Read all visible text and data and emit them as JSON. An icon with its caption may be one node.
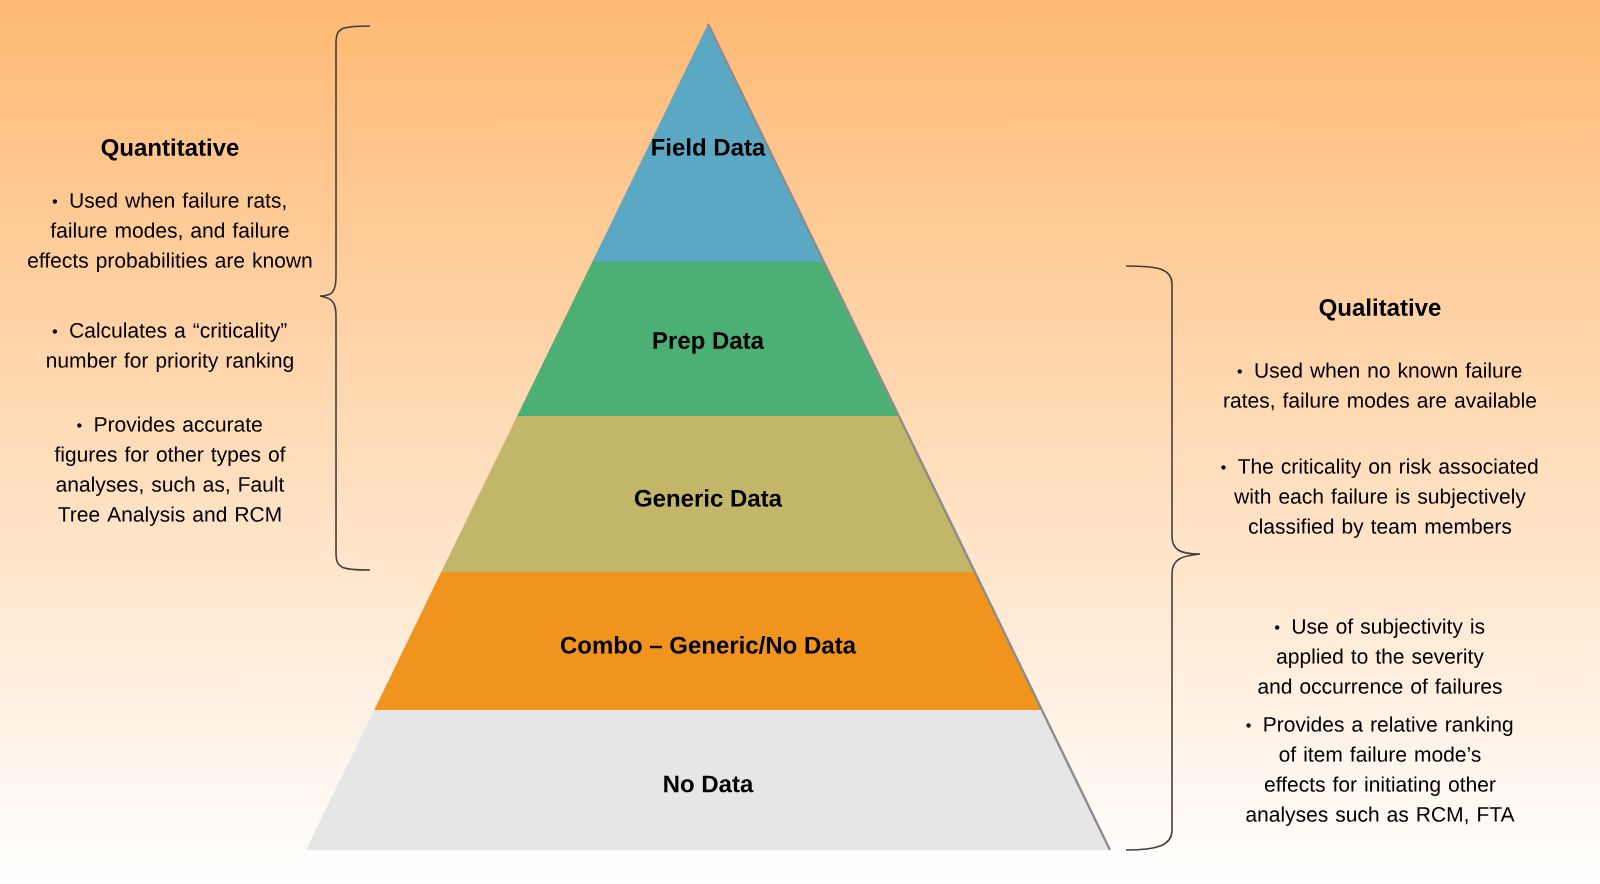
{
  "diagram": {
    "nodes": [
      {
        "text": [
          "Field Data"
        ]
      },
      {
        "text": [
          "Prep Data"
        ]
      },
      {
        "text": [
          "Generic Data"
        ]
      },
      {
        "text": [
          "Combo – Generic/No Data"
        ]
      },
      {
        "text": [
          "No Data"
        ]
      }
    ],
    "labels": [
      "Quantitative",
      "Used when failure rats, failure modes, and failure effects probabilities are known",
      "Calculates a “criticality” number for priority ranking",
      "Provides accurate figures for other types of analyses, such as, Fault Tree Analysis and RCM",
      "Qualitative",
      "Used when no known failure rates, failure modes are available",
      "The criticality on risk associated with each failure is subjectively classified by team members",
      "Use of subjectivity is applied to the severity and occurrence of failures",
      "Provides a relative ranking of item failure mode’s effects for initiating other analyses such as RCM, FTA"
    ]
  }
}
